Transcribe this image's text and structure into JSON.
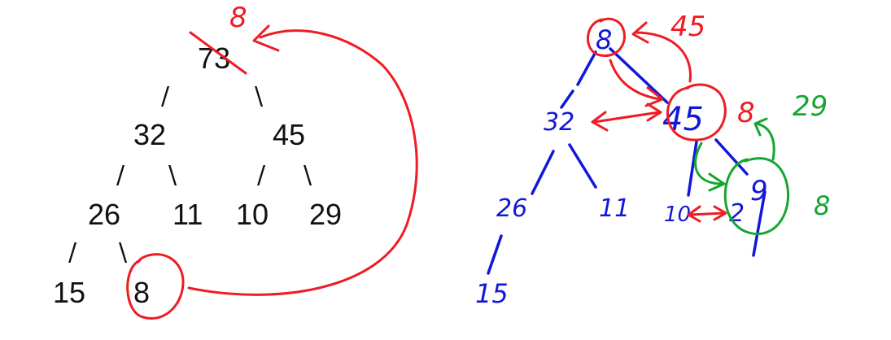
{
  "colors": {
    "typed": "#111111",
    "red": "#ee1c24",
    "blue": "#1118d8",
    "green": "#16a630"
  },
  "left_tree": {
    "root": "73",
    "replacement_label": "8",
    "level1": [
      "32",
      "45"
    ],
    "level2": [
      "26",
      "11",
      "10",
      "29"
    ],
    "level3": [
      "15",
      "8"
    ]
  },
  "right_tree": {
    "root": "8",
    "root_previous": "45",
    "node_32": "32",
    "node_45": "45",
    "node_45_swap": "8",
    "node_29": "9",
    "node_29_label": "29",
    "node_29_swap": "8",
    "node_29_under": "2",
    "node_26": "26",
    "node_11": "11",
    "node_10": "10",
    "node_15": "15"
  }
}
